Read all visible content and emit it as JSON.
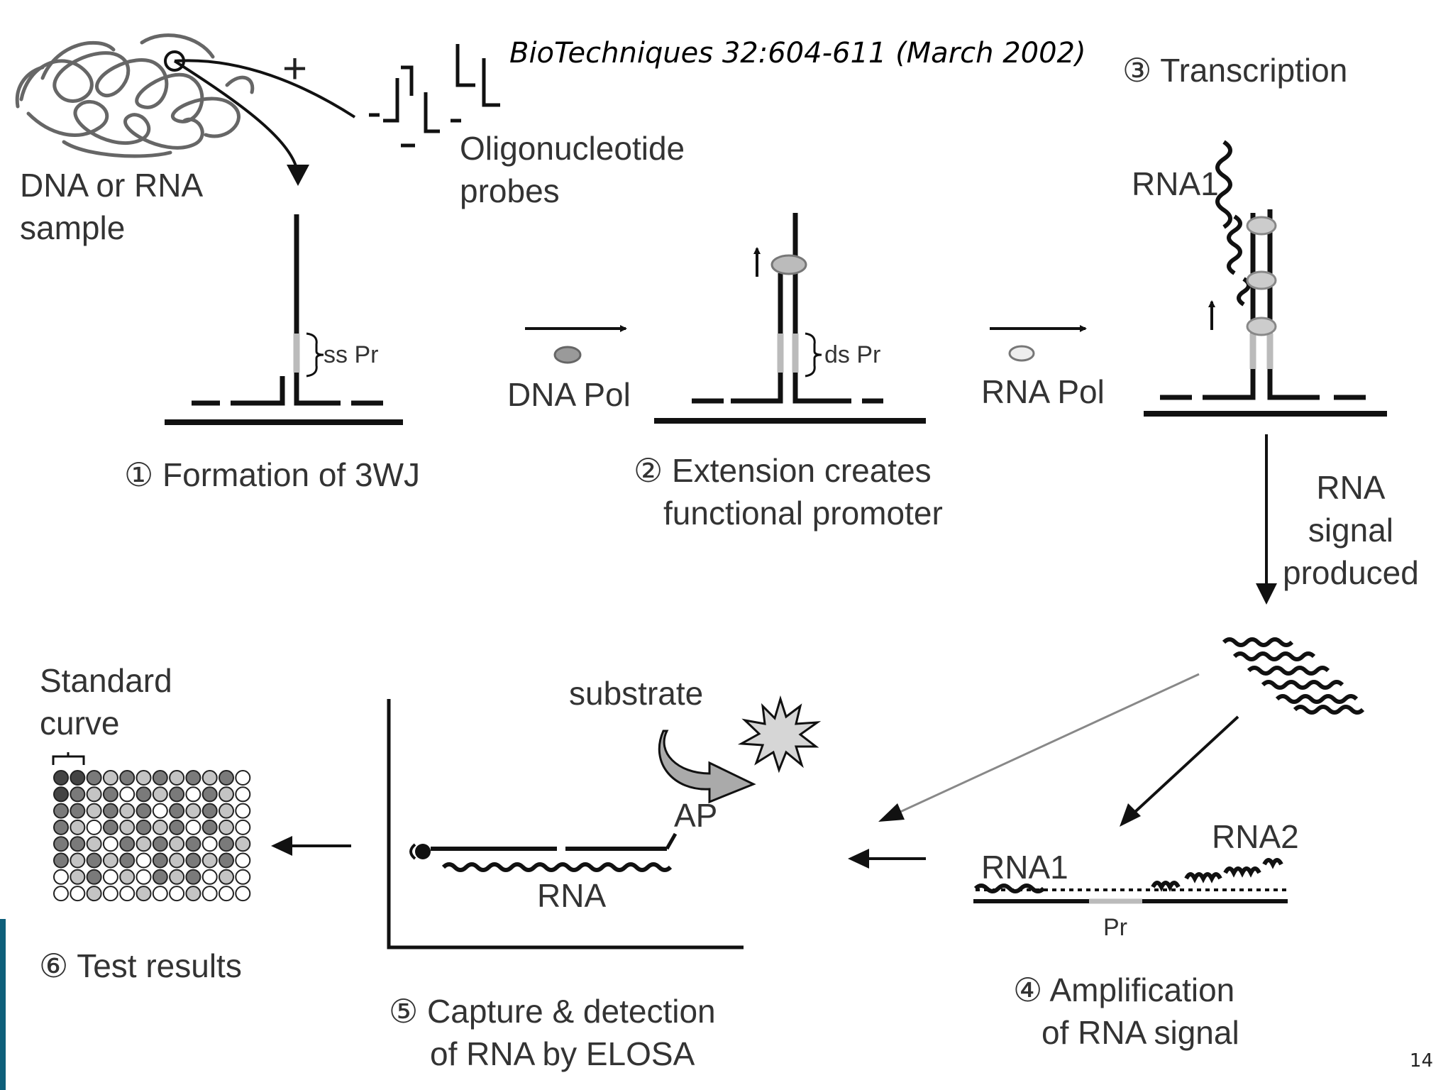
{
  "citation": "BioTechniques 32:604-611 (March 2002)",
  "page_number": "14",
  "accent_color": "#0e5f7a",
  "plus_sign": "+",
  "labels": {
    "sample": [
      "DNA or RNA",
      "sample"
    ],
    "probes": [
      "Oligonucleotide",
      "probes"
    ],
    "ss_pr": "ss Pr",
    "ds_pr": "ds Pr",
    "dna_pol": "DNA Pol",
    "rna_pol": "RNA Pol",
    "rna1_top": "RNA1",
    "rna_signal": [
      "RNA",
      "signal",
      "produced"
    ],
    "standard_curve": [
      "Standard",
      "curve"
    ],
    "substrate": "substrate",
    "ap": "AP",
    "rna_capture": "RNA",
    "rna1_amp": "RNA1",
    "rna2_amp": "RNA2",
    "pr_amp": "Pr"
  },
  "steps": {
    "step1": "① Formation of 3WJ",
    "step2": [
      "② Extension creates",
      "functional promoter"
    ],
    "step3": "③ Transcription",
    "step4": [
      "④ Amplification",
      "of RNA signal"
    ],
    "step5": [
      "⑤ Capture & detection",
      "of RNA by ELOSA"
    ],
    "step6": "⑥ Test results"
  },
  "plate": {
    "rows": 8,
    "cols": 12,
    "wells": [
      "DDGLGLGLGLGW",
      "DGLGWGLGWGLW",
      "GGLGLGWGLGLW",
      "GLWGLGLGWGLW",
      "GGLWGLGLGWGL",
      "GLGLGWGLGLGW",
      "WLGWLWGLGWLW",
      "WWLWWLWWLWWW"
    ],
    "colors": {
      "D": "#444444",
      "G": "#7a7a7a",
      "L": "#c4c4c4",
      "W": "#ffffff"
    }
  }
}
